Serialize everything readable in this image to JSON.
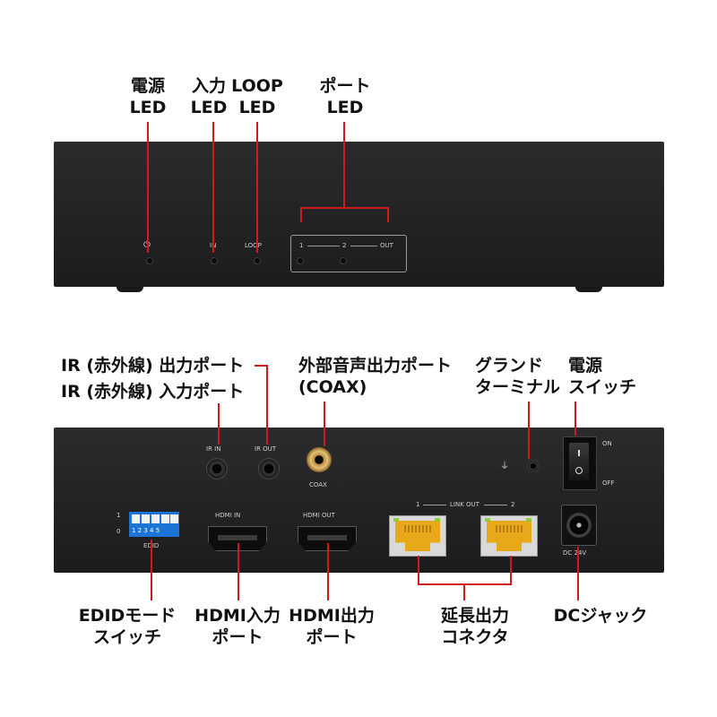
{
  "top_labels": {
    "power": [
      "電源",
      "LED"
    ],
    "input": [
      "入力",
      "LED"
    ],
    "loop": [
      "LOOP",
      "LED"
    ],
    "port": [
      "ポート",
      "LED"
    ]
  },
  "front_panel": {
    "in": "IN",
    "loop": "LOOP",
    "port1": "1",
    "port2": "2",
    "out": "OUT"
  },
  "rear_top_labels": {
    "ir_out": "IR (赤外線) 出力ポート",
    "ir_in": "IR (赤外線) 入力ポート",
    "coax": [
      "外部音声出力ポート",
      "(COAX)"
    ],
    "ground": [
      "グランド",
      "ターミナル"
    ],
    "power_switch": [
      "電源",
      "スイッチ"
    ]
  },
  "rear_panel": {
    "ir_in": "IR IN",
    "ir_out": "IR OUT",
    "coax": "COAX",
    "on": "ON",
    "off": "OFF",
    "hdmi_in": "HDMI IN",
    "hdmi_out": "HDMI OUT",
    "link_out": "LINK OUT",
    "link1": "1",
    "link2": "2",
    "dc": "DC 24V",
    "edid": "EDID",
    "dip_1": "1",
    "dip_0": "0",
    "dip_nums": "1 2 3 4 5"
  },
  "bottom_labels": {
    "edid": [
      "EDIDモード",
      "スイッチ"
    ],
    "hdmi_in": [
      "HDMI入力",
      "ポート"
    ],
    "hdmi_out": [
      "HDMI出力",
      "ポート"
    ],
    "link": [
      "延長出力",
      "コネクタ"
    ],
    "dc": "DCジャック"
  },
  "colors": {
    "callout_line": "#d11a1a",
    "device_body": "#232325",
    "rj45_cavity": "#e7a91a",
    "dip_switch": "#1b74d6"
  }
}
